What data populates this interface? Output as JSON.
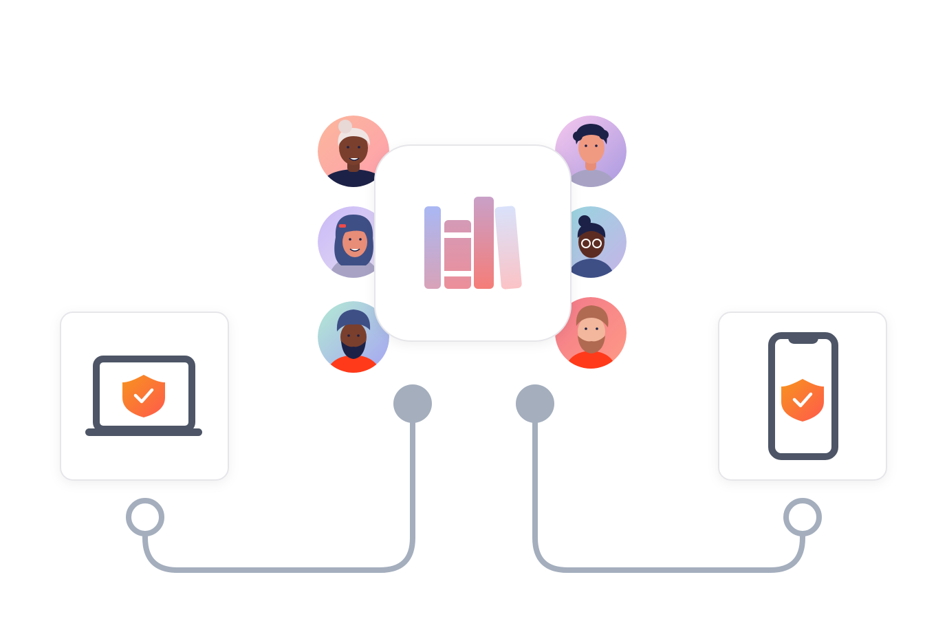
{
  "scene": {
    "hub": {
      "icon": "library-books-icon"
    },
    "devices": [
      {
        "id": "laptop",
        "icon": "laptop-icon",
        "badge": "shield-check-icon"
      },
      {
        "id": "phone",
        "icon": "smartphone-icon",
        "badge": "shield-check-icon"
      }
    ],
    "avatars_left": [
      "avatar-woman-white-hair",
      "avatar-woman-hair-clip",
      "avatar-man-turban"
    ],
    "avatars_right": [
      "avatar-man-curly-hair",
      "avatar-woman-glasses",
      "avatar-man-beard"
    ]
  },
  "colors": {
    "background": "#ffffff",
    "connector": "#a4aebd",
    "device_outline": "#4d5566",
    "card_border": "#e6e6ea",
    "shield_start": "#f7931e",
    "shield_end": "#ff5a4c",
    "book_blue": "#a9b8f4",
    "book_pink": "#e58fa0",
    "book_coral": "#f07e7e",
    "book_light": "#d9e2fb"
  }
}
